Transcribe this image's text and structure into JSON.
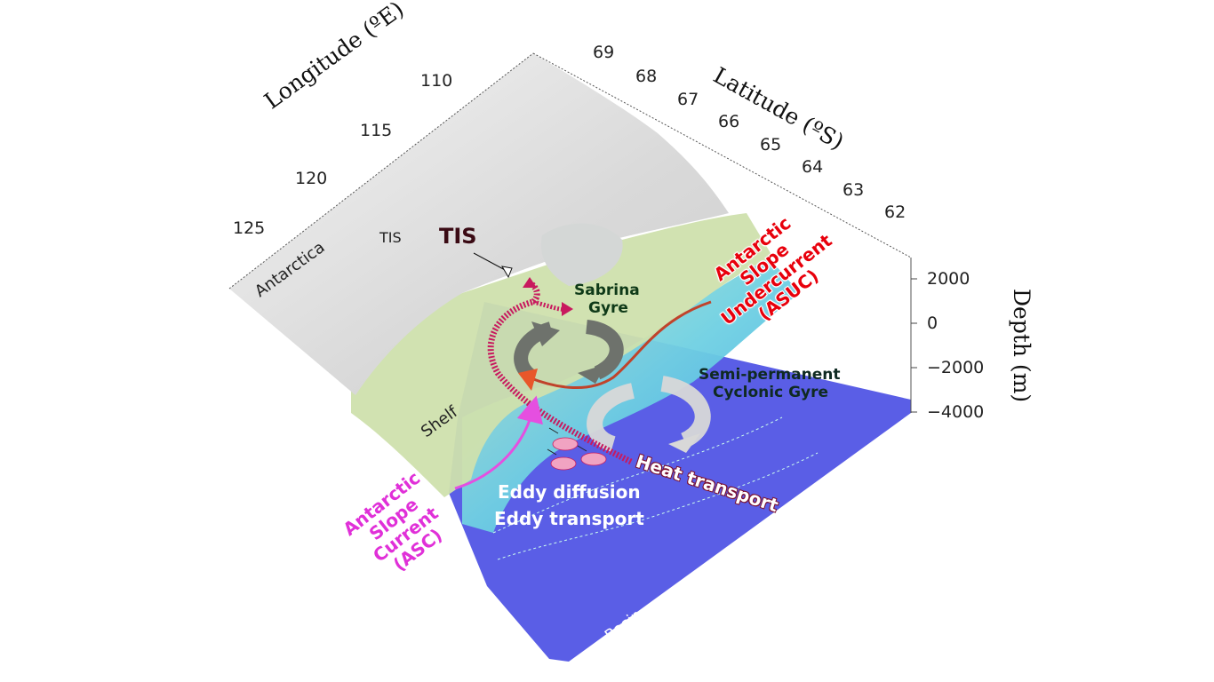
{
  "axes": {
    "longitude": {
      "title": "Longitude (ºE)",
      "ticks": [
        "110",
        "115",
        "120",
        "125"
      ]
    },
    "latitude": {
      "title": "Latitude (ºS)",
      "ticks": [
        "69",
        "68",
        "67",
        "66",
        "65",
        "64",
        "63",
        "62"
      ]
    },
    "depth": {
      "title": "Depth (m)",
      "ticks": [
        "2000",
        "0",
        "−2000",
        "−4000"
      ]
    }
  },
  "labels": {
    "antarctica": "Antarctica",
    "tis_small": "TIS",
    "tis_big": "TIS",
    "shelf": "Shelf",
    "basin": "Basin",
    "sabrina_1": "Sabrina",
    "sabrina_2": "Gyre",
    "cyclonic_1": "Semi-permanent",
    "cyclonic_2": "Cyclonic Gyre",
    "asuc_1": "Antarctic",
    "asuc_2": "Slope",
    "asuc_3": "Undercurrent",
    "asuc_4": "(ASUC)",
    "asc_1": "Antarctic",
    "asc_2": "Slope",
    "asc_3": "Current",
    "asc_4": "(ASC)",
    "heat": "Heat transport",
    "eddy_diffusion": "Eddy diffusion",
    "eddy_transport": "Eddy transport"
  },
  "colors": {
    "ice": "#e4e4e4",
    "shelf": "#cfe0ad",
    "slope": "#6fd0e2",
    "basin": "#5a5ee6",
    "asuc": "#e8000c",
    "asc": "#e030d8",
    "heat": "#c8195e",
    "gyre_dark": "#6e726c",
    "gyre_light": "#d8d8d8"
  }
}
